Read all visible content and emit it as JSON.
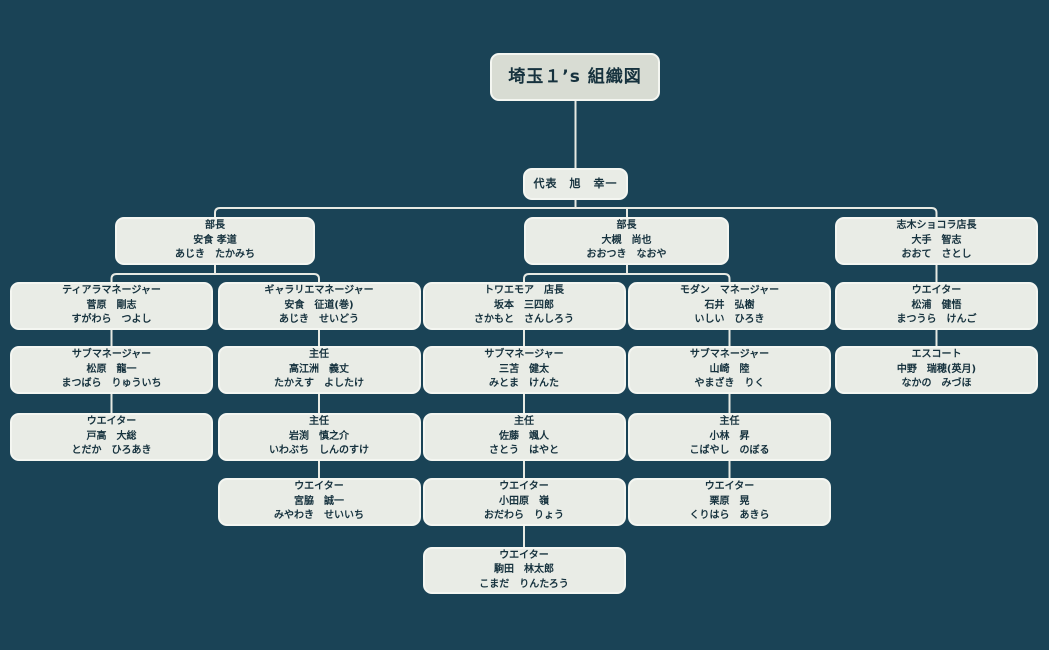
{
  "title": {
    "text": "埼玉１’s 組織図"
  },
  "ceo": {
    "label": "代表　旭　幸一"
  },
  "nodes": {
    "dept1": {
      "role": "部長",
      "name": "安食 孝道",
      "reading": "あじき　たかみち"
    },
    "dept2": {
      "role": "部長",
      "name": "大槻　尚也",
      "reading": "おおつき　なおや"
    },
    "dept3": {
      "role": "志木ショコラ店長",
      "name": "大手　智志",
      "reading": "おおて　さとし"
    },
    "c1r3": {
      "role": "ティアラマネージャー",
      "name": "菅原　剛志",
      "reading": "すがわら　つよし"
    },
    "c1r4": {
      "role": "サブマネージャー",
      "name": "松原　龍一",
      "reading": "まつばら　りゅういち"
    },
    "c1r5": {
      "role": "ウエイター",
      "name": "戸高　大総",
      "reading": "とだか　ひろあき"
    },
    "c2r3": {
      "role": "ギャラリエマネージャー",
      "name": "安食　征道(巻)",
      "reading": "あじき　せいどう"
    },
    "c2r4": {
      "role": "主任",
      "name": "高江洲　義丈",
      "reading": "たかえす　よしたけ"
    },
    "c2r5": {
      "role": "主任",
      "name": "岩渕　慎之介",
      "reading": "いわぶち　しんのすけ"
    },
    "c2r6": {
      "role": "ウエイター",
      "name": "宮脇　誠一",
      "reading": "みやわき　せいいち"
    },
    "c3r3": {
      "role": "トワエモア　店長",
      "name": "坂本　三四郎",
      "reading": "さかもと　さんしろう"
    },
    "c3r4": {
      "role": "サブマネージャー",
      "name": "三苫　健太",
      "reading": "みとま　けんた"
    },
    "c3r5": {
      "role": "主任",
      "name": "佐藤　颯人",
      "reading": "さとう　はやと"
    },
    "c3r6": {
      "role": "ウエイター",
      "name": "小田原　嶺",
      "reading": "おだわら　りょう"
    },
    "c3r7": {
      "role": "ウエイター",
      "name": "駒田　林太郎",
      "reading": "こまだ　りんたろう"
    },
    "c4r3": {
      "role": "モダン　マネージャー",
      "name": "石井　弘樹",
      "reading": "いしい　ひろき"
    },
    "c4r4": {
      "role": "サブマネージャー",
      "name": "山崎　陸",
      "reading": "やまざき　りく"
    },
    "c4r5": {
      "role": "主任",
      "name": "小林　昇",
      "reading": "こばやし　のぼる"
    },
    "c4r6": {
      "role": "ウエイター",
      "name": "栗原　晃",
      "reading": "くりはら　あきら"
    },
    "c5r3": {
      "role": "ウエイター",
      "name": "松浦　健悟",
      "reading": "まつうら　けんご"
    },
    "c5r4": {
      "role": "エスコート",
      "name": "中野　瑞穂(英月)",
      "reading": "なかの　みづほ"
    }
  },
  "colors": {
    "background": "#1a4356",
    "box_fill": "#e9ece6",
    "box_border": "#f4f6f1",
    "title_fill": "#d8dcd3",
    "line": "#e7eae3",
    "text": "#16323e"
  }
}
